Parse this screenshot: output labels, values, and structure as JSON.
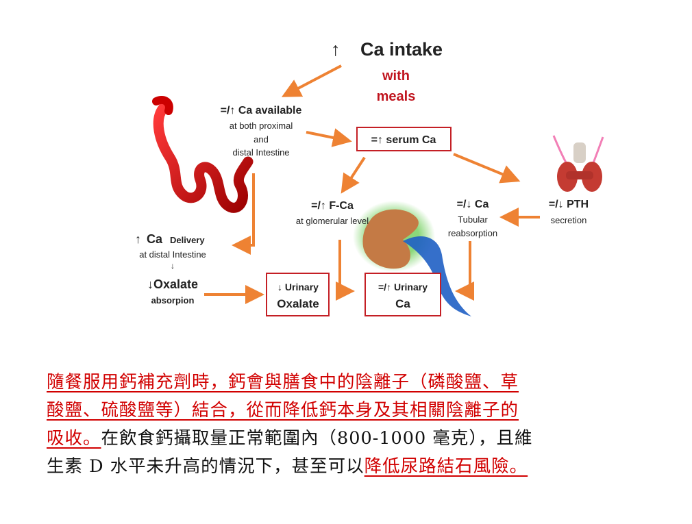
{
  "diagram": {
    "ca_intake": {
      "arrow": "↑",
      "label": "Ca intake"
    },
    "with_meals": [
      "with",
      "meals"
    ],
    "ca_available": {
      "title": "=/↑ Ca available",
      "lines": [
        "at both proximal",
        "and",
        "distal Intestine"
      ]
    },
    "serum_ca": "=↑ serum Ca",
    "f_ca": {
      "title": "=/↑ F-Ca",
      "sub": "at glomerular level"
    },
    "tubular": {
      "title": "=/↓ Ca",
      "lines": [
        "Tubular",
        "reabsorption"
      ]
    },
    "pth": {
      "title": "=/↓ PTH",
      "sub": "secretion"
    },
    "ca_delivery": {
      "arrow": "↑",
      "ca": "Ca",
      "delivery": "Delivery",
      "sub": "at distal Intestine",
      "down": "↓"
    },
    "oxalate_abs": {
      "title": "↓Oxalate",
      "sub": "absorpion"
    },
    "urinary_oxalate": {
      "top": "↓ Urinary",
      "bottom": "Oxalate"
    },
    "urinary_ca": {
      "top": "=/↑ Urinary",
      "bottom": "Ca"
    }
  },
  "caption": {
    "line1": "隨餐服用鈣補充劑時，鈣會與膳食中的陰離子（磷酸鹽、草",
    "line2": "酸鹽、硫酸鹽等）結合，從而降低鈣本身及其相關陰離子的",
    "line3_red": "吸收。",
    "line3_black": "在飲食鈣攝取量正常範圍內（800-1000 毫克），且維",
    "line4_black": "生素 D 水平未升高的情況下，甚至可以",
    "line4_red": "降低尿路結石風險。"
  },
  "colors": {
    "accent_red": "#c41f25",
    "arrow_orange": "#ee8233",
    "caption_red": "#d10000"
  }
}
